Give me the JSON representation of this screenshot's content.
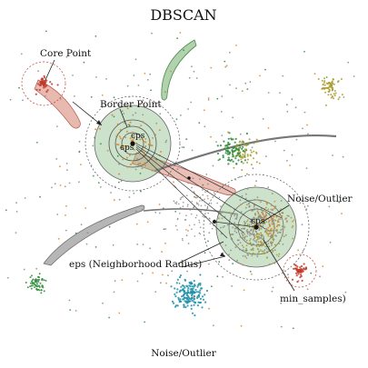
{
  "diagram": {
    "title": "DBSCAN",
    "labels": {
      "core_point": "Core Point",
      "border_point": "Border Point",
      "noise_outlier_top": "Noise/Outlier",
      "eps_neighborhood": "eps (Neighborhood Radius)",
      "min_samples": "min_samples)",
      "noise_outlier_bottom": "Noise/Outlier",
      "eps_a": "ϵps",
      "eps_b": "ϵps",
      "eps_c": "ϵps"
    },
    "colors": {
      "red": "#c0392b",
      "orange": "#d9822b",
      "green": "#2e8b3a",
      "teal": "#1f8fa8",
      "gray": "#8a8a8a",
      "olive": "#a89a2a",
      "pink_band": "#d98a7a",
      "green_disc": "#8fbf8a"
    }
  }
}
